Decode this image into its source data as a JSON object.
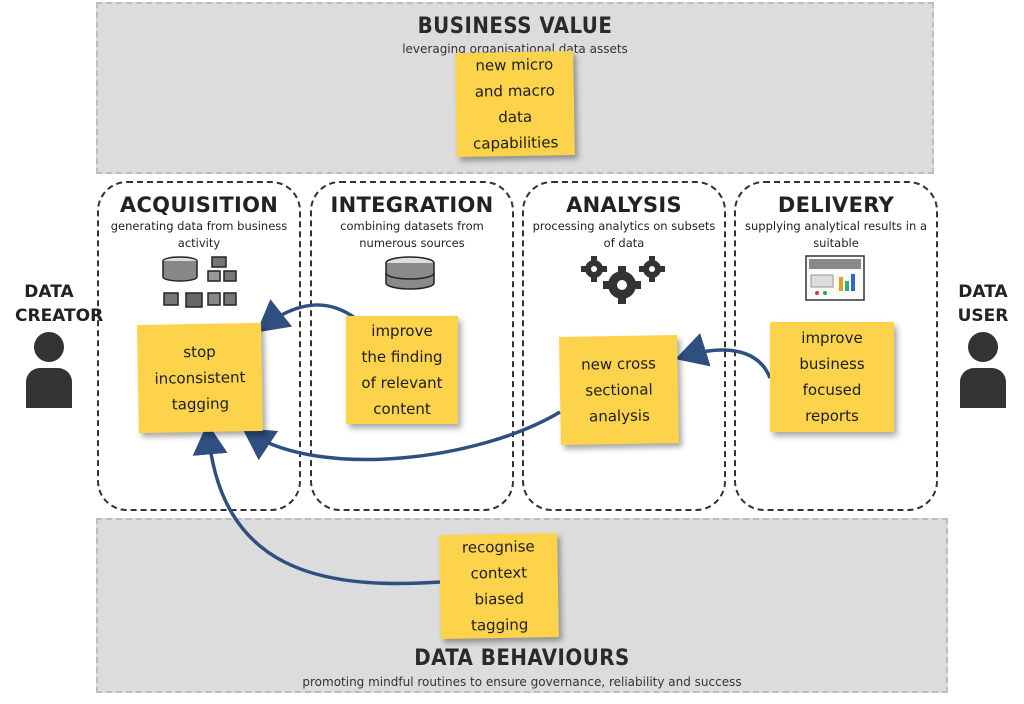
{
  "business_value": {
    "title": "BUSINESS VALUE",
    "subtitle": "leveraging organisational data assets"
  },
  "data_behaviours": {
    "title": "DATA BEHAVIOURS",
    "subtitle": "promoting mindful routines to ensure governance, reliability and success"
  },
  "stages": [
    {
      "title": "ACQUISITION",
      "subtitle": "generating data from business activity"
    },
    {
      "title": "INTEGRATION",
      "subtitle": "combining datasets from numerous sources"
    },
    {
      "title": "ANALYSIS",
      "subtitle": "processing analytics on subsets of data"
    },
    {
      "title": "DELIVERY",
      "subtitle": "supplying analytical results in a suitable"
    }
  ],
  "actors": {
    "creator": "DATA CREATOR",
    "user": "DATA USER"
  },
  "notes": {
    "business": "new micro and macro data capabilities",
    "acquisition": "stop inconsistent tagging",
    "integration": "improve the finding of relevant content",
    "analysis": "new cross sectional analysis",
    "delivery": "improve business focused reports",
    "behaviour": "recognise context biased tagging"
  },
  "colors": {
    "note": "#fcd34a",
    "arrow": "#2f4f80",
    "band": "#dcdcdc"
  },
  "icons": [
    "database-icon",
    "gears-icon",
    "report-icon",
    "person-icon"
  ]
}
